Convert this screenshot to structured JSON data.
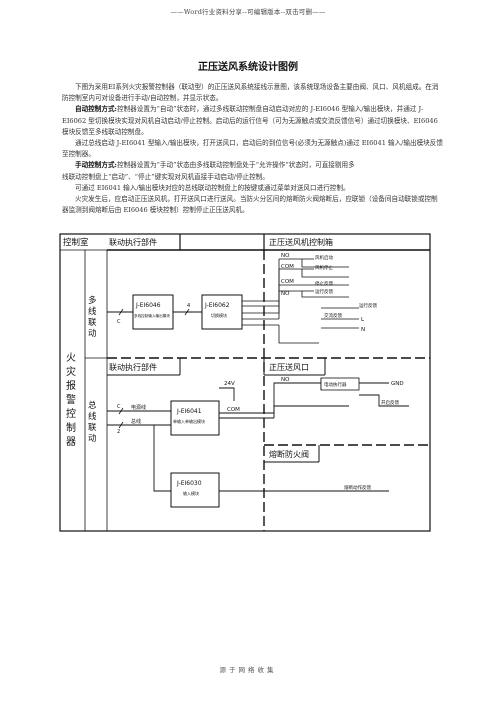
{
  "header": "——Word行业资料分享--可编辑版本--双击可删——",
  "title": "正压送风系统设计图例",
  "paragraphs": [
    "下图为采用EI系列火灾报警控制器（联动型）的正压送风系统接线示意图，该系统现场设备主要由阀、风口、风机组成。在消防控制室内可对设备进行手动/自动控制，并显示状态。",
    "控制器设置为“自动”状态时，通过多线联动控制盘自动启动对应的 J-EI6046 型输入/输出模块，并通过 J-EI6062 型切换模块实现对风机自动启动/停止控制。启动后的运行信号（可为无源触点或交流反馈信号）通过切换模块、EI6046 模块反馈至多线联动控制盘。",
    "通过总线启动 J-EI6041 型输入/输出模块，打开送风口，启动后的到位信号(必须为无源触点)通过 EI6041 输入/输出模块反馈至控制器。",
    "控制器设置为“手动”状态由多线联动控制盘处于“允许操作”状态时，可直接剔用多",
    "线联动控制盘上“启动”、“停止”键实现对风机直接手动启动/停止控制。",
    "可通过 EI6041 输入/输出模块对应的总线联动控制盘上的按键或通过菜单对送风口进行控制。",
    "火灾发生后，应启动正压送风机，打开送风口进行送风。当防火分区间的熔断防火阀熔断后，应联锁（设备间自动联锁或控制器监测到阀熔断后由 EI6046 模块控制）控制停止正压送风机。"
  ],
  "lead_auto": "自动控制方式:",
  "lead_manual": "手动控制方式:",
  "diagram": {
    "control_room": "控制室",
    "controller": [
      "火",
      "灾",
      "报",
      "警",
      "控",
      "制",
      "器"
    ],
    "multiline": [
      "多",
      "线",
      "联",
      "动"
    ],
    "bus": [
      "总",
      "线",
      "联",
      "动"
    ],
    "exec_part": "联动执行部件",
    "fan_box": "正压送风机控制箱",
    "air_outlet": "正压送风口",
    "fire_damper": "熔断防火阀",
    "m6046_name": "J-EI6046",
    "m6046_desc": "多线控制输入输出模块",
    "m6062_name": "J-EI6062",
    "m6062_desc": "切换模块",
    "m6041_name": "J-EI6041",
    "m6041_desc": "单输入单输出模块",
    "m6030_name": "J-EI6030",
    "m6030_desc": "输入模块",
    "wire_c": "C",
    "wire_4": "4",
    "wire_2": "2",
    "v24": "24V",
    "com": "COM",
    "power_line": "电源线",
    "bus_line": "总线",
    "no": "NO",
    "fan_start": "风机启动",
    "fan_stop": "风机停止",
    "stop_fb": "停止反馈",
    "run_fb": "运行反馈",
    "ac_fb": "交流反馈",
    "L": "L",
    "N": "N",
    "solenoid": "电动执行器",
    "gnd": "GND",
    "open_fb": "开启反馈",
    "melt_fb": "熔断动作反馈"
  },
  "footer": "源于网络收集"
}
